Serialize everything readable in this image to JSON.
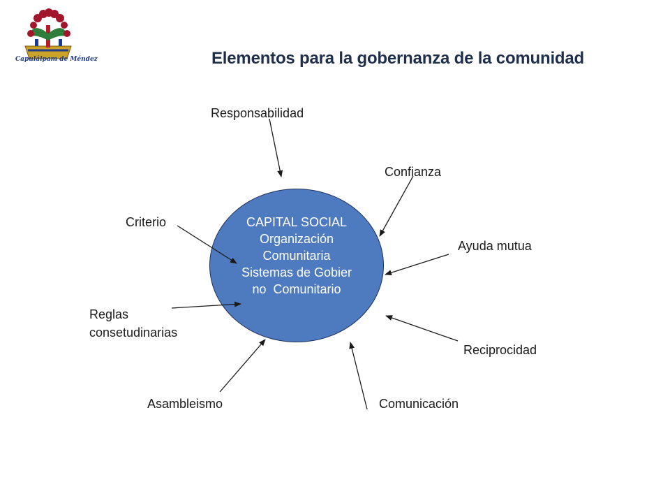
{
  "logo": {
    "caption": "Capulálpam de Méndez",
    "icon": "municipal-seal-icon"
  },
  "title": "Elementos para la gobernanza de la comunidad",
  "center": {
    "lines": [
      "CAPITAL SOCIAL",
      "Organización",
      "Comunitaria",
      "Sistemas de Gobier",
      "no  Comunitario"
    ],
    "fill": "#4e7bc0"
  },
  "labels": {
    "responsabilidad": "Responsabilidad",
    "confianza": "Confianza",
    "criterio": "Criterio",
    "ayuda_mutua": "Ayuda mutua",
    "reglas_1": "Reglas",
    "reglas_2": "consetudinarias",
    "reciprocidad": "Reciprocidad",
    "asambleismo": "Asambleismo",
    "comunicacion": "Comunicación"
  }
}
